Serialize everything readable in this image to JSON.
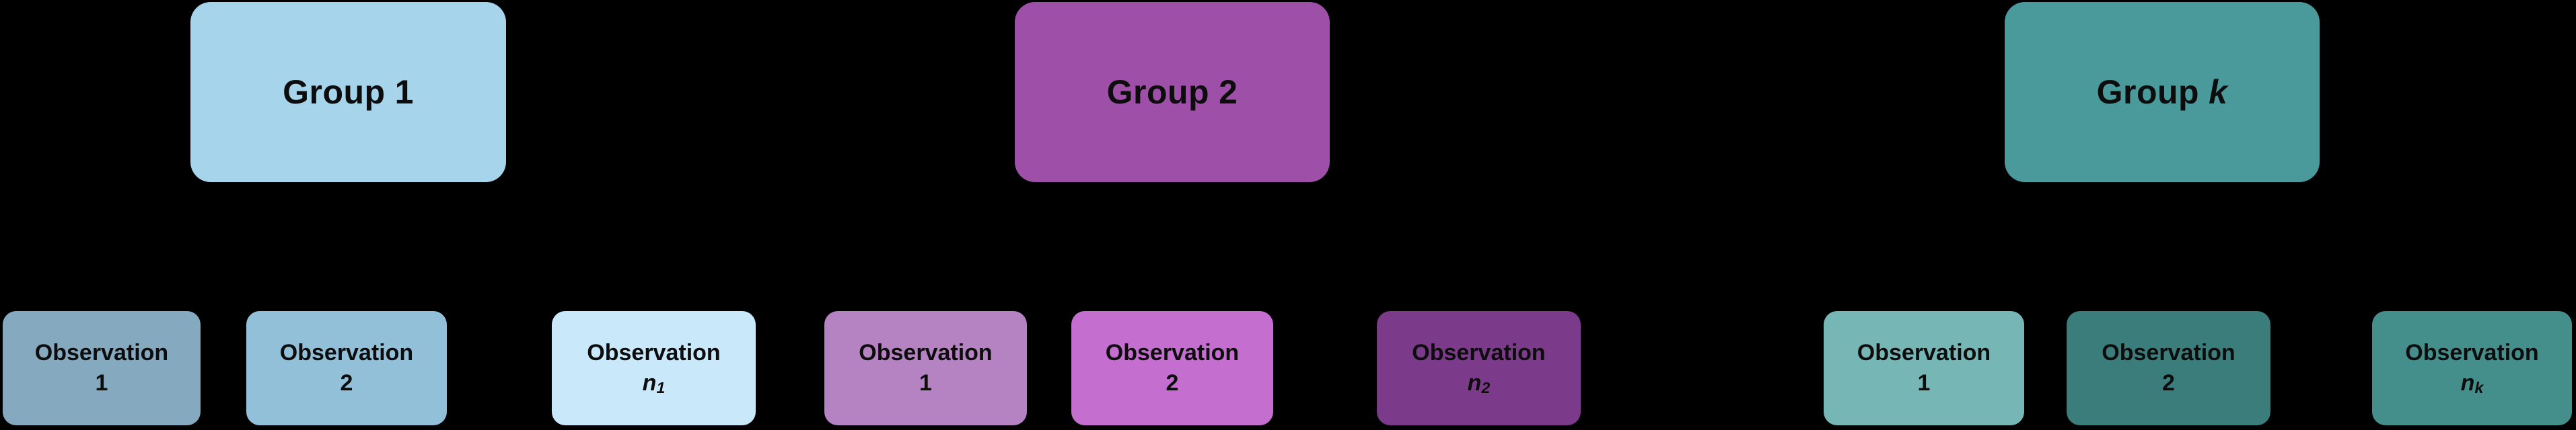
{
  "canvas": {
    "background": "#000000",
    "text_color": "#0d0d0d"
  },
  "clusters": [
    {
      "group": {
        "word": "Group",
        "id": "1",
        "color": "#a6d4eb"
      },
      "observations": [
        {
          "line1": "Observation",
          "line2": "1",
          "sub": "",
          "color": "#85aac0"
        },
        {
          "line1": "Observation",
          "line2": "2",
          "sub": "",
          "color": "#92c0d8"
        },
        {
          "line1": "Observation",
          "line2": "n",
          "sub": "1",
          "color": "#c9e9fb"
        }
      ]
    },
    {
      "group": {
        "word": "Group",
        "id": "2",
        "color": "#9e4fa8"
      },
      "observations": [
        {
          "line1": "Observation",
          "line2": "1",
          "sub": "",
          "color": "#b583c1"
        },
        {
          "line1": "Observation",
          "line2": "2",
          "sub": "",
          "color": "#c46fd0"
        },
        {
          "line1": "Observation",
          "line2": "n",
          "sub": "2",
          "color": "#7b3a8a"
        }
      ]
    },
    {
      "group": {
        "word": "Group",
        "id": "k",
        "color": "#4a9a9c"
      },
      "observations": [
        {
          "line1": "Observation",
          "line2": "1",
          "sub": "",
          "color": "#76b7b5"
        },
        {
          "line1": "Observation",
          "line2": "2",
          "sub": "",
          "color": "#3b7d7a"
        },
        {
          "line1": "Observation",
          "line2": "n",
          "sub": "k",
          "color": "#448e8b"
        }
      ]
    }
  ]
}
